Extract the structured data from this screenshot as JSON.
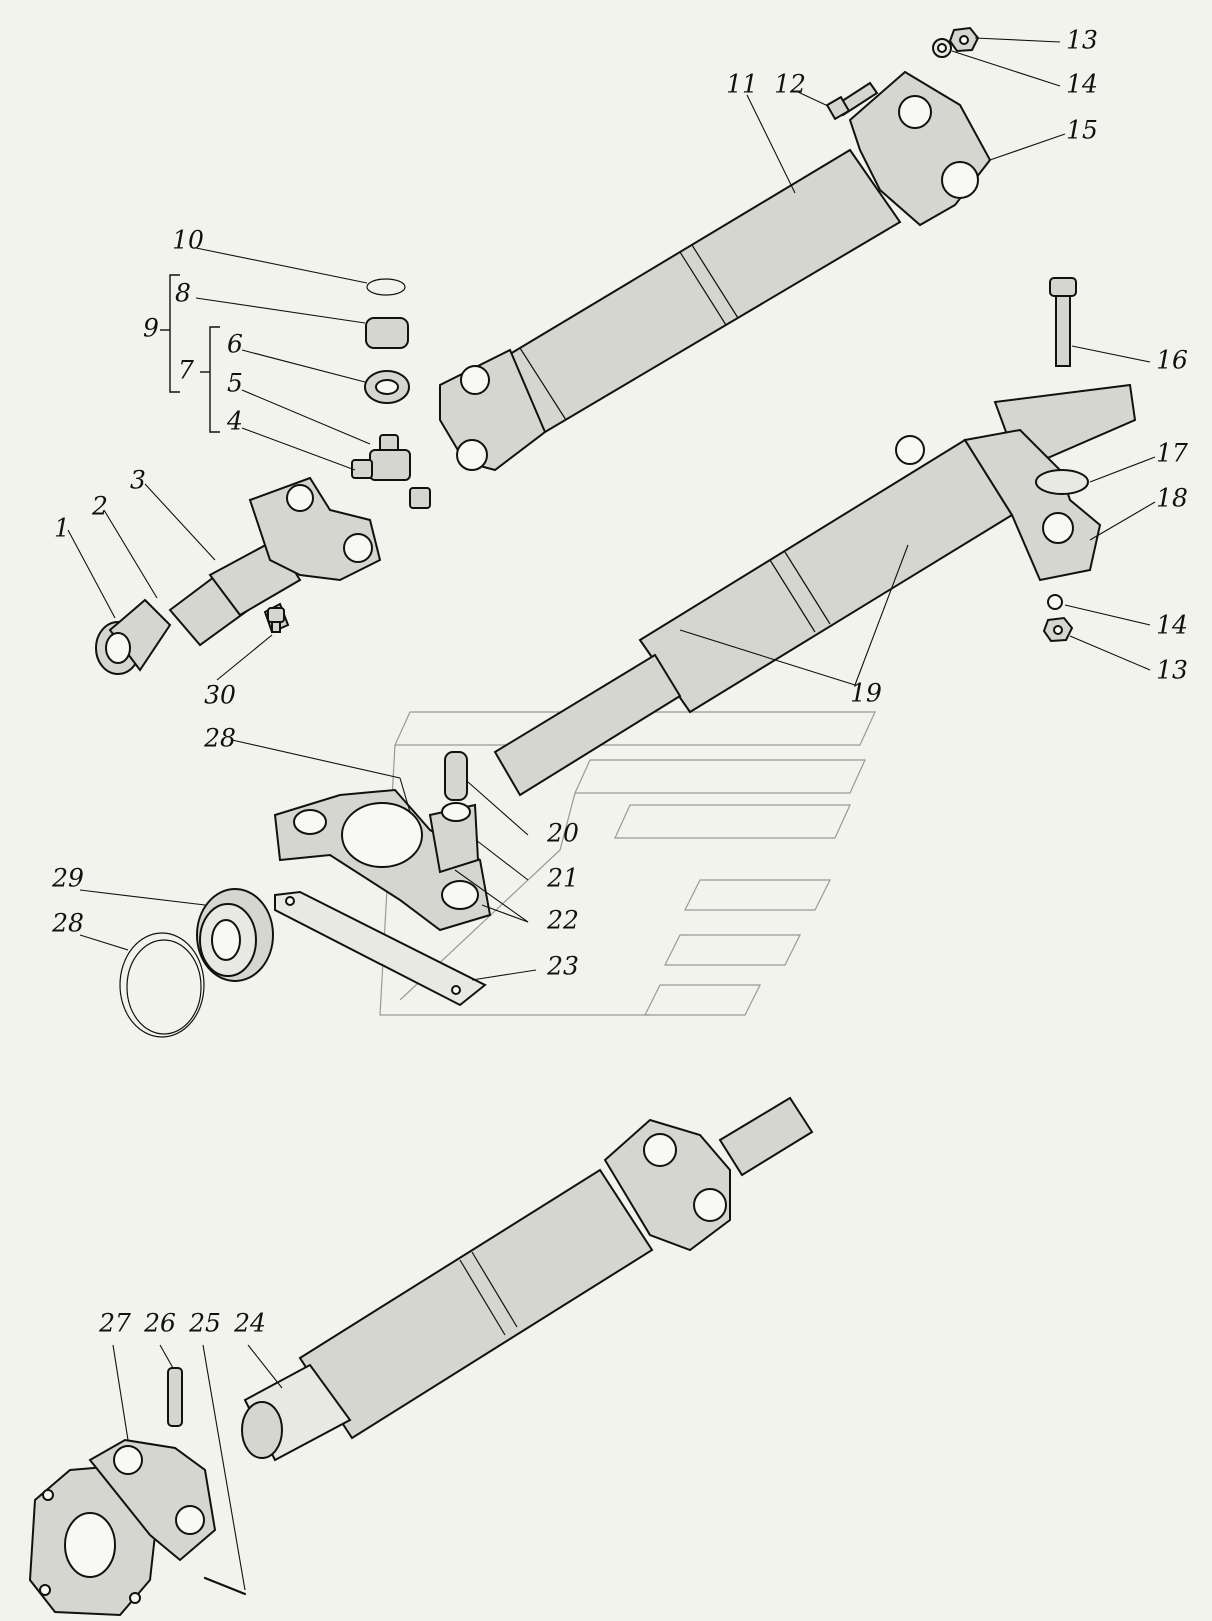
{
  "labels": {
    "l1": "1",
    "l2": "2",
    "l3": "3",
    "l4": "4",
    "l5": "5",
    "l6": "6",
    "l7": "7",
    "l8": "8",
    "l9": "9",
    "l10": "10",
    "l11": "11",
    "l12": "12",
    "l13a": "13",
    "l14a": "14",
    "l15": "15",
    "l16": "16",
    "l17": "17",
    "l18": "18",
    "l14b": "14",
    "l13b": "13",
    "l19": "19",
    "l20": "20",
    "l21": "21",
    "l22": "22",
    "l23": "23",
    "l24": "24",
    "l25": "25",
    "l26": "26",
    "l27": "27",
    "l28a": "28",
    "l28b": "28",
    "l29": "29",
    "l30": "30"
  }
}
